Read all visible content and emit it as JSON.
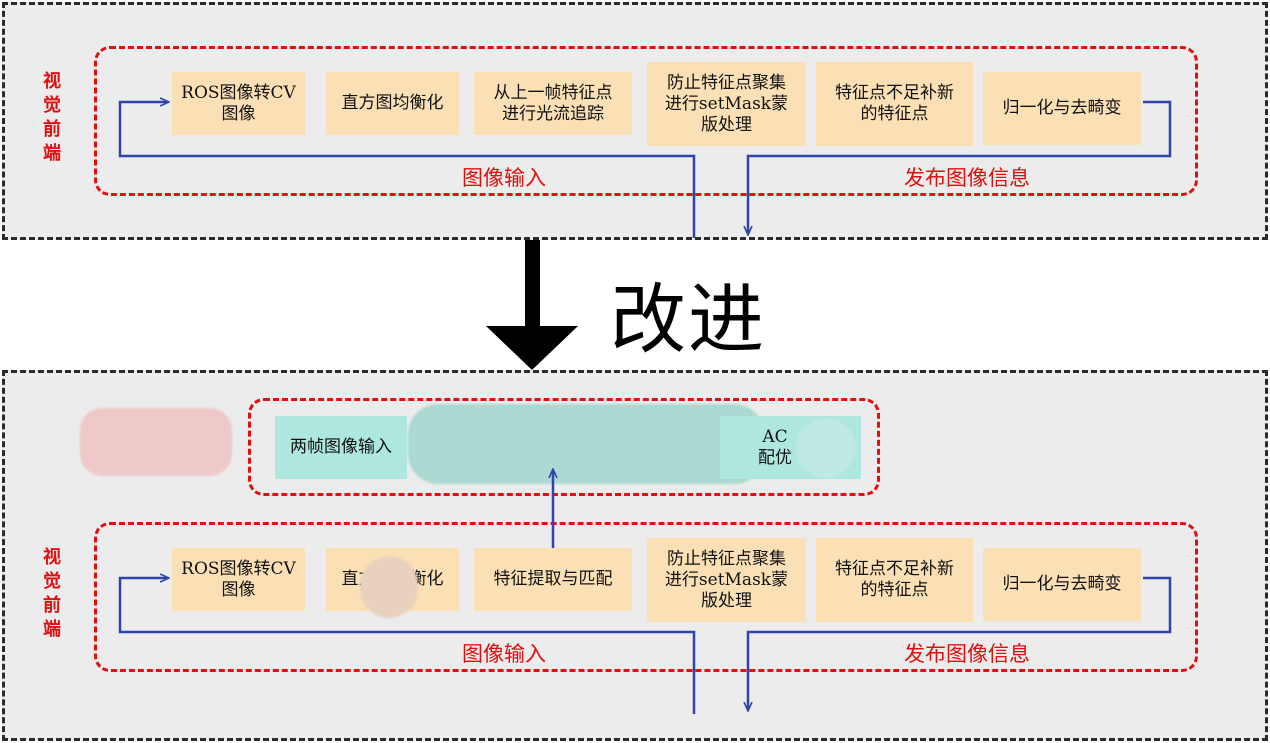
{
  "colors": {
    "panel_bg": "#ececec",
    "red_dash": "#e01010",
    "flow_line": "#2e44a8",
    "orange_box": "#fbe0b6",
    "teal_box": "#aee7de"
  },
  "top_section": {
    "side_label": "视觉前端",
    "boxes": [
      "ROS图像转CV\n图像",
      "直方图均衡化",
      "从上一帧特征点\n进行光流追踪",
      "防止特征点聚集\n进行setMask蒙\n版处理",
      "特征点不足补新\n的特征点",
      "归一化与去畸变"
    ],
    "input_label": "图像输入",
    "output_label": "发布图像信息"
  },
  "middle": {
    "label": "改进"
  },
  "bottom_section": {
    "side_label": "视觉前端",
    "boxes": [
      "ROS图像转CV\n图像",
      "直方图均衡化",
      "特征提取与匹配",
      "防止特征点聚集\n进行setMask蒙\n版处理",
      "特征点不足补新\n的特征点",
      "归一化与去畸变"
    ],
    "input_label": "图像输入",
    "output_label": "发布图像信息",
    "feature_module": {
      "boxes": [
        "两帧图像输入",
        "AC\n配优"
      ]
    }
  }
}
